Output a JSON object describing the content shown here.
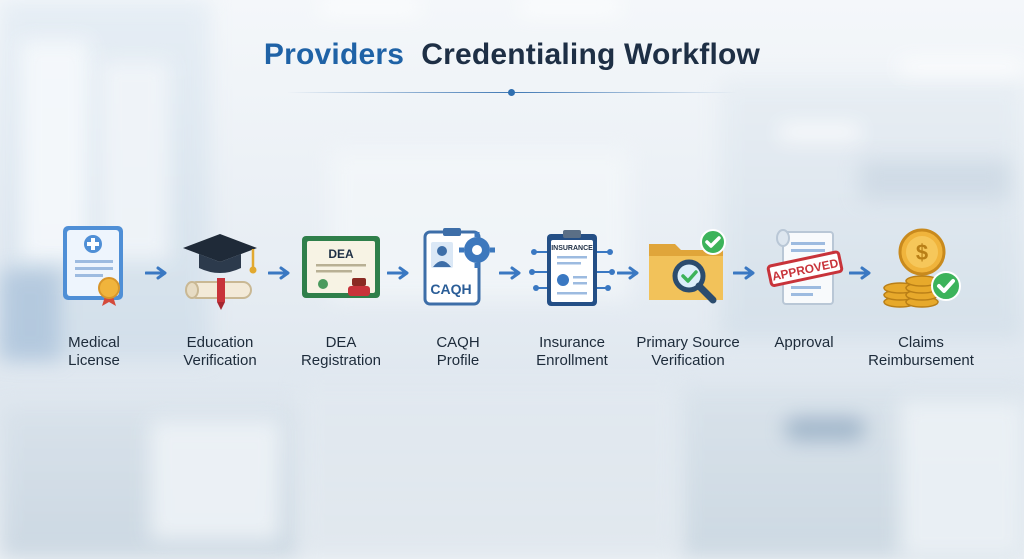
{
  "title": {
    "part1": "Providers",
    "part2": "Credentialing Workflow"
  },
  "steps": [
    {
      "line1": "Medical",
      "line2": "License",
      "icon": "medical-license-icon"
    },
    {
      "line1": "Education",
      "line2": "Verification",
      "icon": "graduation-cap-diploma-icon"
    },
    {
      "line1": "DEA",
      "line2": "Registration",
      "icon": "dea-certificate-icon",
      "badge": "DEA"
    },
    {
      "line1": "CAQH",
      "line2": "Profile",
      "icon": "caqh-profile-icon",
      "badge": "CAQH"
    },
    {
      "line1": "Insurance",
      "line2": "Enrollment",
      "icon": "insurance-clipboard-icon",
      "badge": "INSURANCE"
    },
    {
      "line1": "Primary Source",
      "line2": "Verification",
      "icon": "folder-magnifier-icon"
    },
    {
      "line1": "Approval",
      "line2": "",
      "icon": "approved-stamp-icon",
      "badge": "APPROVED"
    },
    {
      "line1": "Claims",
      "line2": "Reimbursement",
      "icon": "coins-check-icon",
      "badge": "$"
    }
  ],
  "colors": {
    "accent_blue": "#1f62a6",
    "title_dark": "#1e2f45",
    "arrow": "#3a78c2",
    "check_green": "#3cb35a",
    "stamp_red": "#c8333a",
    "gold": "#e7a92b"
  }
}
